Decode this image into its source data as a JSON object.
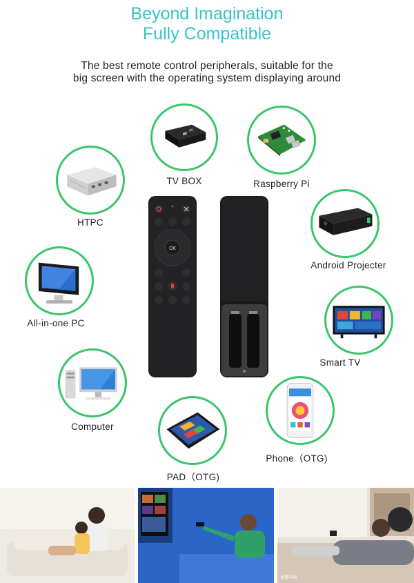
{
  "header": {
    "title_line1": "Beyond Imagination",
    "title_line2": "Fully Compatible",
    "subtitle_line1": "The best remote control peripherals, suitable for the",
    "subtitle_line2": "big screen with the operating system displaying around"
  },
  "devices": {
    "tv_box": "TV BOX",
    "raspberry_pi": "Raspberry Pi",
    "htpc": "HTPC",
    "android_projector": "Android Projecter",
    "all_in_one_pc": "All-in-one PC",
    "smart_tv": "Smart TV",
    "computer": "Computer",
    "phone": "Phone（OTG)",
    "pad": "PAD（OTG)"
  },
  "remote": {
    "ok_label": "OK"
  },
  "scenes": {
    "watermark": "优惠中国"
  },
  "colors": {
    "title": "#36c4c8",
    "circle_border": "#39c56a",
    "remote_body": "#1d1d1f"
  }
}
